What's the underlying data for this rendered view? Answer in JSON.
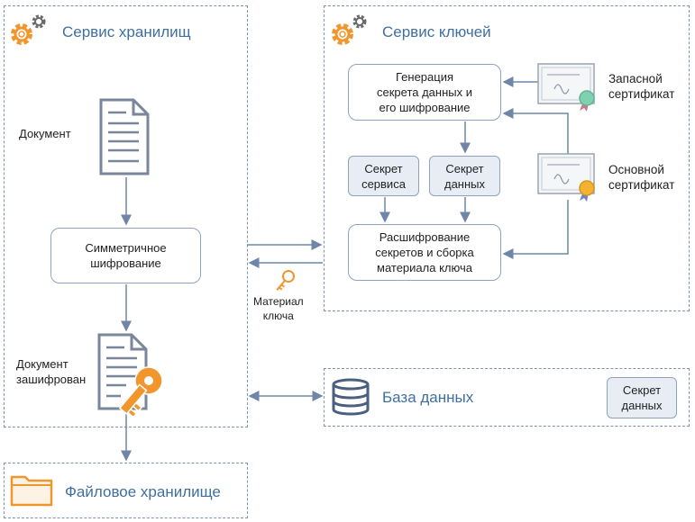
{
  "storage_service": {
    "title": "Сервис хранилищ",
    "document_label": "Документ",
    "encrypt_node": "Симметричное\nшифрование",
    "encrypted_label": "Документ\nзашифрован"
  },
  "key_service": {
    "title": "Сервис ключей",
    "generate_node": "Генерация\nсекрета данных и\nего шифрование",
    "service_secret": "Секрет\nсервиса",
    "data_secret": "Секрет\nданных",
    "decrypt_node": "Расшифрование\nсекретов и сборка\nматериала ключа",
    "backup_cert": "Запасной\nсертификат",
    "main_cert": "Основной\nсертификат"
  },
  "key_material_label": "Материал\nключа",
  "database": {
    "title": "База данных",
    "data_secret": "Секрет\nданных"
  },
  "file_storage": {
    "title": "Файловое хранилище"
  },
  "colors": {
    "accent_orange": "#f0962d",
    "gear_gray": "#6b6b6b",
    "border_blue": "#7f93b0",
    "title_blue": "#3f6fa0",
    "arrow": "#6f86a8",
    "secret_fill": "#e8edf5",
    "seal_green": "#7fd1b0",
    "seal_gold": "#f2b233"
  },
  "icons": [
    "gear-icon",
    "document-icon",
    "encrypted-document-icon",
    "key-icon",
    "certificate-icon",
    "database-icon",
    "folder-icon"
  ]
}
